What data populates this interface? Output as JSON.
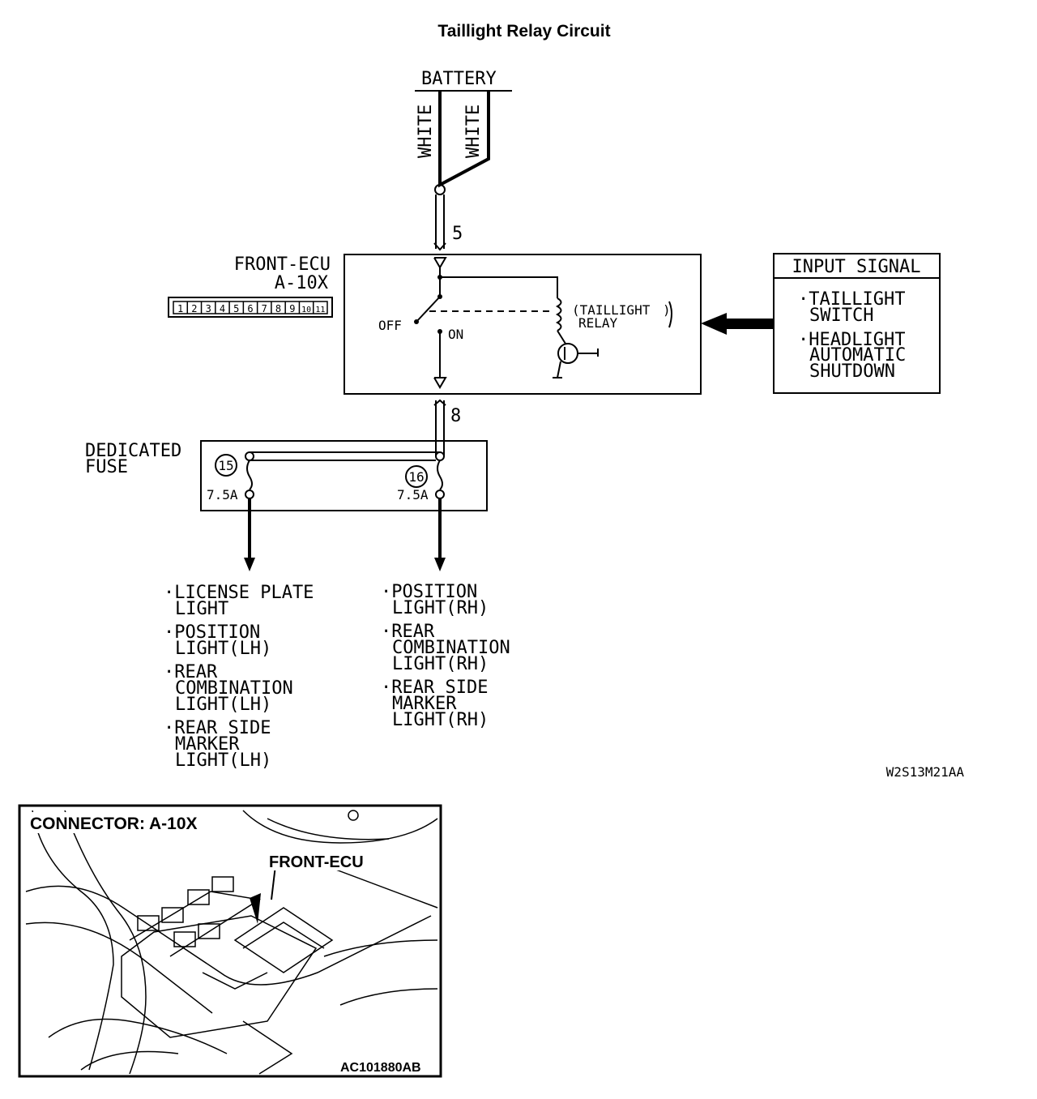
{
  "title": "Taillight Relay Circuit",
  "battery": {
    "label": "BATTERY",
    "wire_left": "WHITE",
    "wire_right": "WHITE"
  },
  "ecu": {
    "name": "FRONT-ECU",
    "connector": "A-10X",
    "pins": [
      "1",
      "2",
      "3",
      "4",
      "5",
      "6",
      "7",
      "8",
      "9",
      "10",
      "11"
    ],
    "terminal_top": "5",
    "terminal_bottom": "8",
    "switch_off": "OFF",
    "switch_on": "ON",
    "relay_line1": "(TAILLIGHT",
    "relay_line1_close": ")",
    "relay_line2": "RELAY"
  },
  "input_signal": {
    "header": "INPUT SIGNAL",
    "item1_line1": "·TAILLIGHT",
    "item1_line2": "SWITCH",
    "item2_line1": "·HEADLIGHT",
    "item2_line2": "AUTOMATIC",
    "item2_line3": "SHUTDOWN"
  },
  "fuse": {
    "label_line1": "DEDICATED",
    "label_line2": "FUSE",
    "left_number": "15",
    "right_number": "16",
    "left_rating": "7.5A",
    "right_rating": "7.5A"
  },
  "loads_left": [
    {
      "line1": "·LICENSE PLATE",
      "line2": "LIGHT",
      "line3": ""
    },
    {
      "line1": "·POSITION",
      "line2": "LIGHT(LH)",
      "line3": ""
    },
    {
      "line1": "·REAR",
      "line2": "COMBINATION",
      "line3": "LIGHT(LH)"
    },
    {
      "line1": "·REAR SIDE",
      "line2": "MARKER",
      "line3": "LIGHT(LH)"
    }
  ],
  "loads_right": [
    {
      "line1": "·POSITION",
      "line2": "LIGHT(RH)",
      "line3": ""
    },
    {
      "line1": "·REAR",
      "line2": "COMBINATION",
      "line3": "LIGHT(RH)"
    },
    {
      "line1": "·REAR SIDE",
      "line2": "MARKER",
      "line3": "LIGHT(RH)"
    }
  ],
  "diagram_code": "W2S13M21AA",
  "inset": {
    "title": "CONNECTOR: A-10X",
    "callout": "FRONT-ECU",
    "code": "AC101880AB"
  }
}
